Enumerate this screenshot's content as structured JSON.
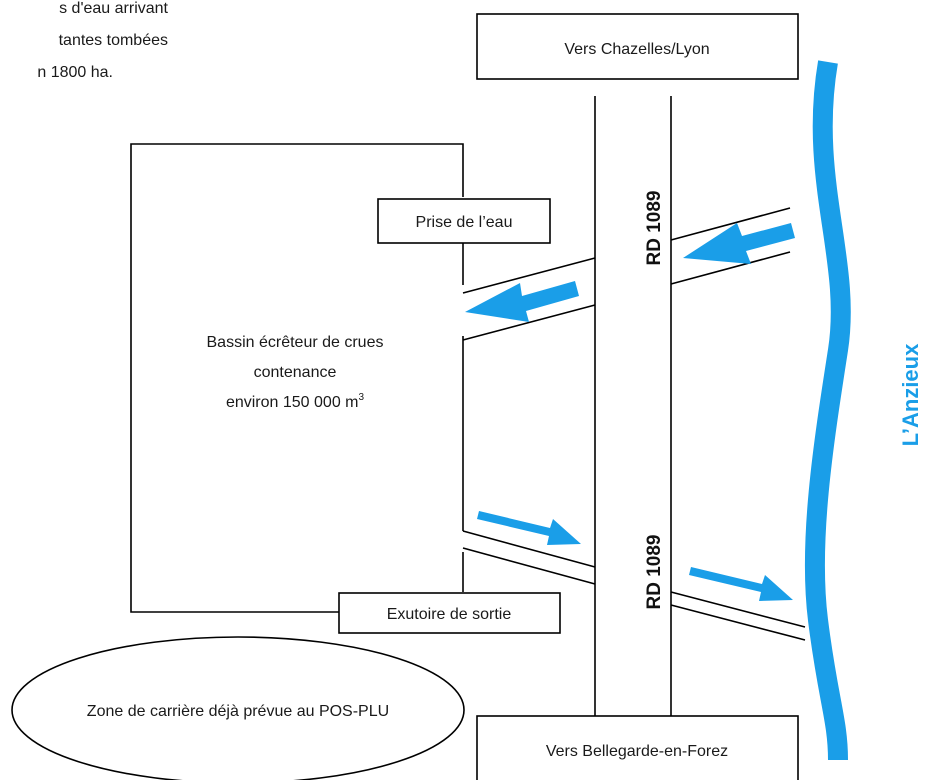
{
  "intro_text": {
    "line1": "s d'eau arrivant",
    "line2": "tantes tombées",
    "line3": "n 1800 ha."
  },
  "boxes": {
    "north_destination": "Vers Chazelles/Lyon",
    "south_destination": "Vers Bellegarde-en-Forez",
    "intake": "Prise de l’eau",
    "outlet": "Exutoire de sortie"
  },
  "basin": {
    "line1": "Bassin écrêteur de crues",
    "line2": "contenance",
    "line3_prefix": "environ 150 000 m",
    "line3_sup": "3"
  },
  "road": {
    "label_upper": "RD 1089",
    "label_lower": "RD 1089"
  },
  "river": {
    "name": "L’Anzieux"
  },
  "quarry": {
    "label": "Zone de carrière déjà prévue au POS-PLU"
  },
  "colors": {
    "water": "#1a9ee8",
    "line": "#000000"
  }
}
